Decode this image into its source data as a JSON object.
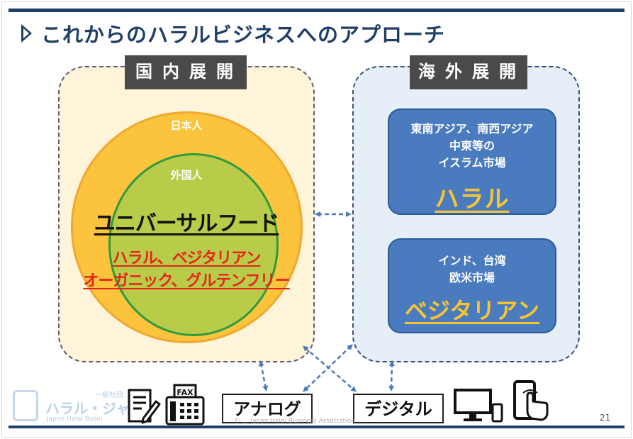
{
  "title": "これからのハラルビジネスへのアプローチ",
  "domestic": {
    "label": "国内展開",
    "outer_circle_label": "日本人",
    "inner_circle_label": "外国人",
    "headline": "ユニバーサルフード",
    "lines": [
      "ハラル、ベジタリアン",
      "オーガニック、グルテンフリー"
    ]
  },
  "overseas": {
    "label": "海外展開",
    "cards": [
      {
        "lines": [
          "東南アジア、南西アジア",
          "中東等の",
          "イスラム市場"
        ],
        "big": "ハラル"
      },
      {
        "lines": [
          "インド、台湾",
          "欧米市場"
        ],
        "big": "ベジタリアン"
      }
    ]
  },
  "channels": {
    "analog": "アナログ",
    "digital": "デジタル",
    "fax_label": "FAX"
  },
  "footer": {
    "logo_text": "ハラル・ジャ",
    "logo_small": "一般社団",
    "logo_en": "Japan Halal Busin",
    "copyright": "© ... Japan Halal Business Association",
    "page_number": "21"
  },
  "colors": {
    "navy": "#1f3f66",
    "gold": "#fbc43c",
    "green": "#b8cc4a",
    "card_blue": "#4a7bbf",
    "card_text_yellow": "#f8c531",
    "red": "#e8231b",
    "arrow_blue": "#4a7bbf"
  },
  "icons": [
    "document-pen-icon",
    "fax-machine-icon",
    "monitor-icon",
    "smartphone-icon",
    "tablet-touch-icon"
  ]
}
